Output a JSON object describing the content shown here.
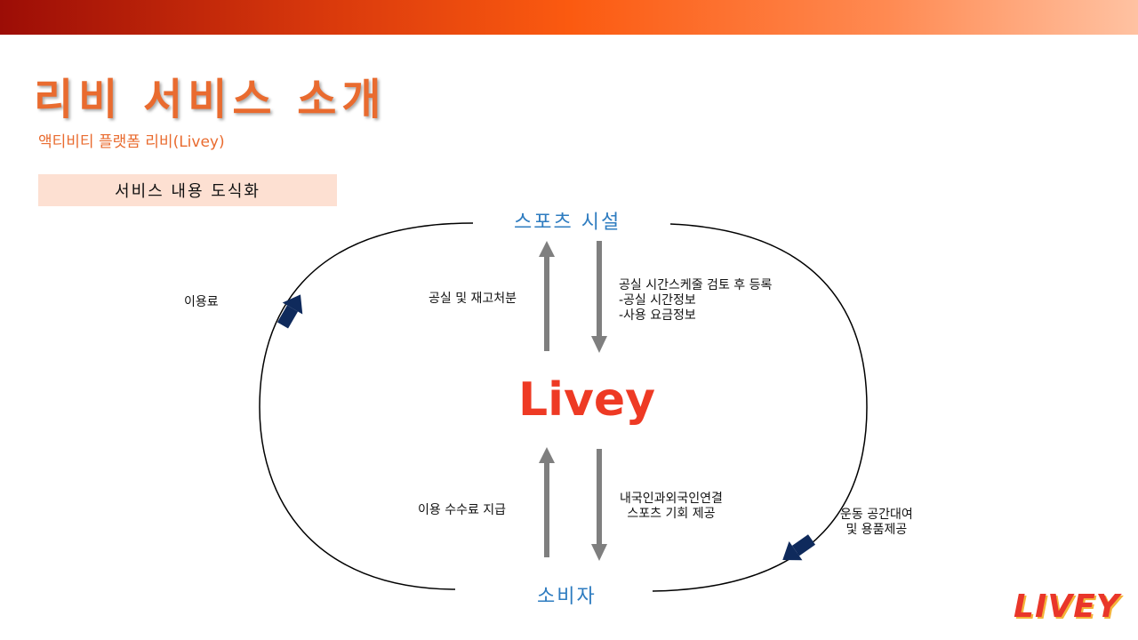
{
  "slide": {
    "title": "리비 서비스 소개",
    "subtitle": "액티비티 플랫폼 리비(Livey)",
    "section_label": "서비스 내용 도식화",
    "logo_text": "LIVEY"
  },
  "diagram": {
    "center": "Livey",
    "top_node": "스포츠 시설",
    "bottom_node": "소비자",
    "left_outer_label": "이용료",
    "right_outer_label": [
      "운동 공간대여",
      "및 용품제공"
    ],
    "up_top_label": "공실 및 재고처분",
    "down_top_label": [
      "공실 시간스케줄 검토 후 등록",
      "-공실 시간정보",
      "-사용 요금정보"
    ],
    "up_bottom_label": "이용 수수료 지급",
    "down_bottom_label": [
      "내국인과외국인연결",
      "스포츠 기회 제공"
    ]
  },
  "colors": {
    "accent": "#e96b2f",
    "center_text": "#ee3a24",
    "node_text": "#2e7cc0",
    "arrow_gray": "#7f7f7f",
    "arrow_navy": "#0f2a5c"
  }
}
